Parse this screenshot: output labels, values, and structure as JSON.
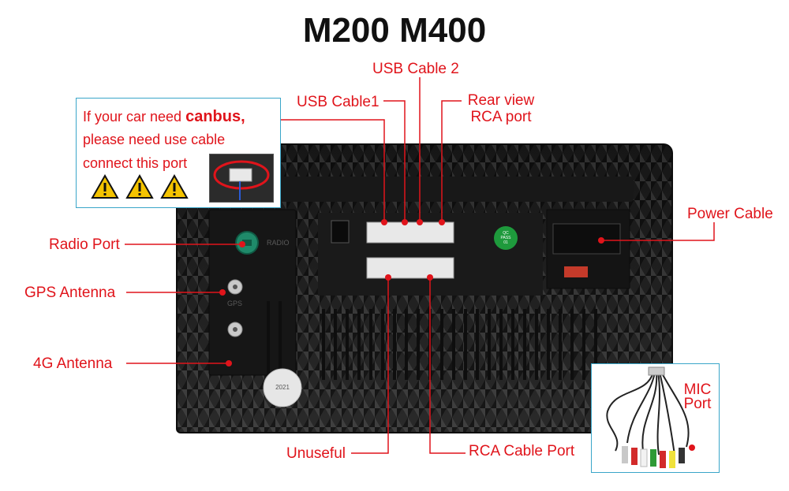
{
  "title": "M200 M400",
  "notice": {
    "line1_prefix": "If your car need ",
    "line1_bold": "canbus,",
    "line2": "please need use cable",
    "line3": "connect this port"
  },
  "labels": {
    "usb_cable_2": "USB Cable 2",
    "usb_cable_1": "USB Cable1",
    "rear_view_line1": "Rear view",
    "rear_view_line2": "RCA port",
    "power_cable": "Power Cable",
    "radio_port": "Radio Port",
    "gps_antenna": "GPS Antenna",
    "antenna_4g": "4G Antenna",
    "unuseful": "Unuseful",
    "rca_cable_port": "RCA Cable Port",
    "mic_line1": "MIC",
    "mic_line2": "Port"
  },
  "device_markings": {
    "radio": "RADIO",
    "gps": "GPS",
    "qc_line1": "QC",
    "qc_line2": "PASS",
    "qc_line3": "01",
    "sticker_year": "2021"
  },
  "colors": {
    "label": "#e0141b",
    "frame": "#3aa6c9",
    "warning": "#f4c300"
  }
}
